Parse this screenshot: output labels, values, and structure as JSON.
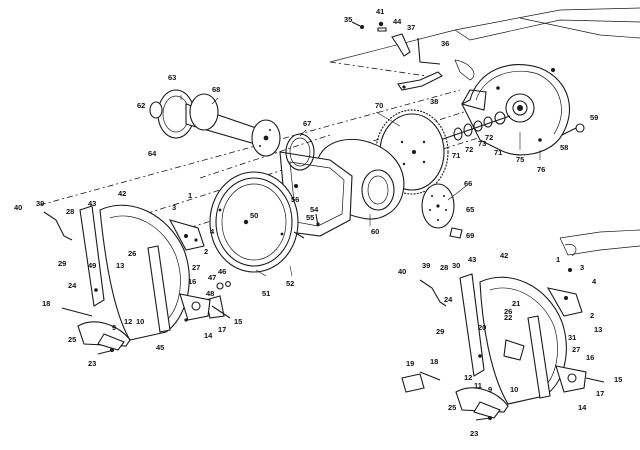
{
  "labels": [
    {
      "id": "l35",
      "text": "35"
    },
    {
      "id": "l41",
      "text": "41"
    },
    {
      "id": "l44",
      "text": "44"
    },
    {
      "id": "l37",
      "text": "37"
    },
    {
      "id": "l36",
      "text": "36"
    },
    {
      "id": "l38",
      "text": "38"
    },
    {
      "id": "l63",
      "text": "63"
    },
    {
      "id": "l62",
      "text": "62"
    },
    {
      "id": "l68",
      "text": "68"
    },
    {
      "id": "l64",
      "text": "64"
    },
    {
      "id": "l70",
      "text": "70"
    },
    {
      "id": "l67",
      "text": "67"
    },
    {
      "id": "l71a",
      "text": "71"
    },
    {
      "id": "l72a",
      "text": "72"
    },
    {
      "id": "l73",
      "text": "73"
    },
    {
      "id": "l72b",
      "text": "72"
    },
    {
      "id": "l71b",
      "text": "71"
    },
    {
      "id": "l75",
      "text": "75"
    },
    {
      "id": "l76",
      "text": "76"
    },
    {
      "id": "l59",
      "text": "59"
    },
    {
      "id": "l58",
      "text": "58"
    },
    {
      "id": "l56",
      "text": "56"
    },
    {
      "id": "l66",
      "text": "66"
    },
    {
      "id": "l65",
      "text": "65"
    },
    {
      "id": "l69",
      "text": "69"
    },
    {
      "id": "l60",
      "text": "60"
    },
    {
      "id": "l55",
      "text": "55"
    },
    {
      "id": "l54",
      "text": "54"
    },
    {
      "id": "l40a",
      "text": "40"
    },
    {
      "id": "l39a",
      "text": "39"
    },
    {
      "id": "l28a",
      "text": "28"
    },
    {
      "id": "l43a",
      "text": "43"
    },
    {
      "id": "l42a",
      "text": "42"
    },
    {
      "id": "l3a",
      "text": "3"
    },
    {
      "id": "l1a",
      "text": "1"
    },
    {
      "id": "l50",
      "text": "50"
    },
    {
      "id": "l26a",
      "text": "26"
    },
    {
      "id": "l4a",
      "text": "4"
    },
    {
      "id": "l2a",
      "text": "2"
    },
    {
      "id": "l29a",
      "text": "29"
    },
    {
      "id": "l49",
      "text": "49"
    },
    {
      "id": "l13a",
      "text": "13"
    },
    {
      "id": "l27a",
      "text": "27"
    },
    {
      "id": "l24a",
      "text": "24"
    },
    {
      "id": "l51",
      "text": "51"
    },
    {
      "id": "l52",
      "text": "52"
    },
    {
      "id": "l47",
      "text": "47"
    },
    {
      "id": "l46",
      "text": "46"
    },
    {
      "id": "l16a",
      "text": "16"
    },
    {
      "id": "l48",
      "text": "48"
    },
    {
      "id": "l18a",
      "text": "18"
    },
    {
      "id": "l12a",
      "text": "12"
    },
    {
      "id": "l10a",
      "text": "10"
    },
    {
      "id": "l15a",
      "text": "15"
    },
    {
      "id": "l17a",
      "text": "17"
    },
    {
      "id": "l14a",
      "text": "14"
    },
    {
      "id": "l9a",
      "text": "9"
    },
    {
      "id": "l25a",
      "text": "25"
    },
    {
      "id": "l45",
      "text": "45"
    },
    {
      "id": "l23a",
      "text": "23"
    },
    {
      "id": "l1b",
      "text": "1"
    },
    {
      "id": "l3b",
      "text": "3"
    },
    {
      "id": "l4b",
      "text": "4"
    },
    {
      "id": "l40b",
      "text": "40"
    },
    {
      "id": "l39b",
      "text": "39"
    },
    {
      "id": "l28b",
      "text": "28"
    },
    {
      "id": "l30",
      "text": "30"
    },
    {
      "id": "l43b",
      "text": "43"
    },
    {
      "id": "l42b",
      "text": "42"
    },
    {
      "id": "l24b",
      "text": "24"
    },
    {
      "id": "l21",
      "text": "21"
    },
    {
      "id": "l2b",
      "text": "2"
    },
    {
      "id": "l22",
      "text": "22"
    },
    {
      "id": "l26b",
      "text": "26"
    },
    {
      "id": "l13b",
      "text": "13"
    },
    {
      "id": "l29b",
      "text": "29"
    },
    {
      "id": "l20",
      "text": "20"
    },
    {
      "id": "l31",
      "text": "31"
    },
    {
      "id": "l27b",
      "text": "27"
    },
    {
      "id": "l16b",
      "text": "16"
    },
    {
      "id": "l19",
      "text": "19"
    },
    {
      "id": "l18b",
      "text": "18"
    },
    {
      "id": "l12b",
      "text": "12"
    },
    {
      "id": "l11",
      "text": "11"
    },
    {
      "id": "l10b",
      "text": "10"
    },
    {
      "id": "l9b",
      "text": "9"
    },
    {
      "id": "l15b",
      "text": "15"
    },
    {
      "id": "l17b",
      "text": "17"
    },
    {
      "id": "l14b",
      "text": "14"
    },
    {
      "id": "l25b",
      "text": "25"
    },
    {
      "id": "l23b",
      "text": "23"
    }
  ]
}
